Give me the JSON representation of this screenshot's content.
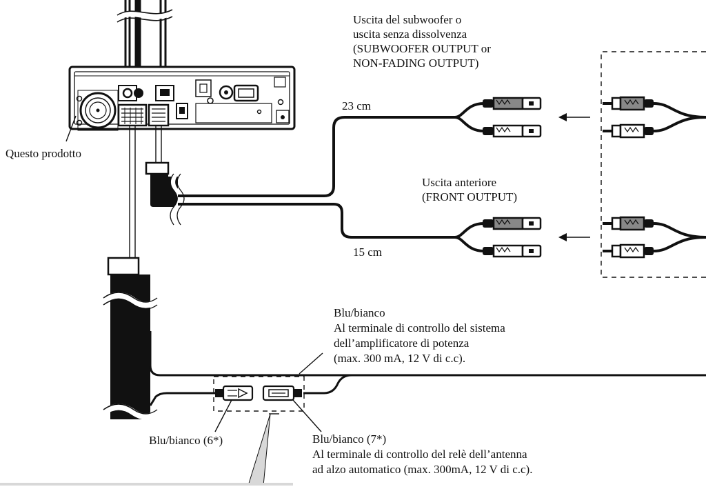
{
  "labels": {
    "product": "Questo prodotto",
    "sub_line1": "Uscita del subwoofer o",
    "sub_line2": "uscita senza dissolvenza",
    "sub_line3": "(SUBWOOFER OUTPUT or",
    "sub_line4": "NON-FADING OUTPUT)",
    "len_23": "23 cm",
    "front_line1": "Uscita anteriore",
    "front_line2": "(FRONT OUTPUT)",
    "len_15": "15 cm",
    "amp_line1": "Blu/bianco",
    "amp_line2": "Al terminale di controllo del sistema",
    "amp_line3": "dell’amplificatore di potenza",
    "amp_line4": "(max. 300 mA, 12 V di c.c).",
    "blu6": "Blu/bianco (6*)",
    "blu7": "Blu/bianco (7*)",
    "ant_line1": "Al terminale di controllo del relè dell’antenna",
    "ant_line2": "ad alzo automatico (max. 300mA, 12 V di c.c)."
  },
  "colors": {
    "ink": "#111111",
    "plug_dark": "#888888",
    "plug_light": "#ffffff",
    "panel": "#ffffff"
  },
  "icons": {
    "rca_plug": "rca-plug-icon",
    "arrow": "arrow-left-icon",
    "fan": "cooling-fan-icon"
  }
}
